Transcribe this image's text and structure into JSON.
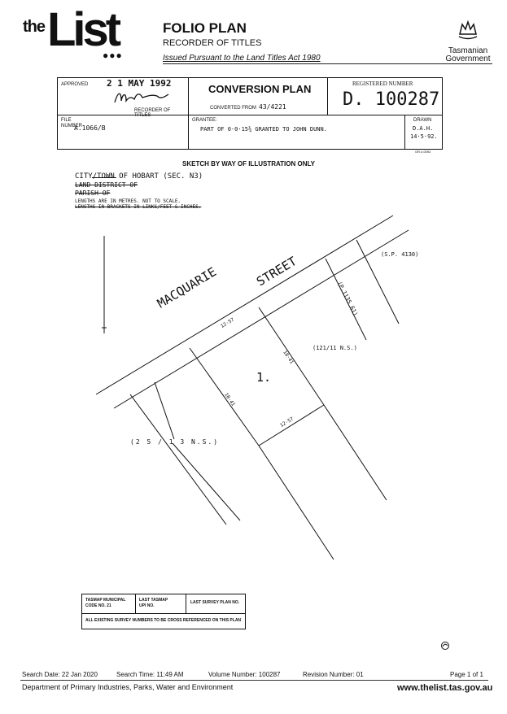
{
  "header": {
    "logo_small": "the",
    "logo_big": "List",
    "logo_dots": "●●●",
    "title": "FOLIO PLAN",
    "subtitle": "RECORDER OF TITLES",
    "issued": "Issued Pursuant to the Land Titles Act 1980",
    "gov_line1": "Tasmanian",
    "gov_line2": "Government"
  },
  "plan_box": {
    "approved_label": "APPROVED",
    "approved_date": "2 1 MAY 1992",
    "recorder_label": "RECORDER OF TITLES",
    "plan_type": "CONVERSION PLAN",
    "converted_label": "CONVERTED FROM",
    "converted_value": "43/4221",
    "registered_label": "REGISTERED NUMBER",
    "registered_number": "D. 100287",
    "file_label_1": "FILE",
    "file_label_2": "NUMBER",
    "file_number": "A.1066/B",
    "grantee_label": "GRANTEE:",
    "grantee_value": "PART OF 0·0·15¾ GRANTED TO JOHN DUNN.",
    "drawn_label": "DRAWN",
    "drawn_by": "D.A.H.",
    "drawn_date": "14·5·92.",
    "ref_code": "GR.4.0092"
  },
  "sketch": {
    "heading": "SKETCH BY WAY OF ILLUSTRATION ONLY",
    "city_line": "CITY/TOWN OF HOBART (SEC. N3)",
    "land_district": "LAND DISTRICT OF",
    "parish": "PARISH OF",
    "lengths_note": "LENGTHS ARE IN METRES. NOT TO SCALE.",
    "lengths_struck": "LENGTHS IN BRACKETS IN LINKS/FEET & INCHES.",
    "street": "MACQUARIE STREET",
    "street_word1": "MACQUARIE",
    "street_word2": "STREET",
    "sp_ref": "(S.P. 4130)",
    "p_ref": "(P.1135 61)",
    "ns_ref_right": "(121/11 N.S.)",
    "ns_ref_left": "(2 5 / 1 3 N.S.)",
    "lot": "1.",
    "dim_top": "12·57",
    "dim_right": "18·41",
    "dim_left": "18·41",
    "dim_bottom": "12·57"
  },
  "bottom_table": {
    "municipal_label_1": "TASMAP MUNICIPAL",
    "municipal_label_2": "CODE NO. 21",
    "upi_label_1": "LAST TASMAP",
    "upi_label_2": "UPI NO.",
    "survey_label": "LAST SURVEY PLAN NO.",
    "cross_ref": "ALL EXISTING SURVEY NUMBERS TO BE CROSS REFERENCED ON THIS PLAN"
  },
  "footer": {
    "search_date": "Search Date: 22 Jan 2020",
    "search_time": "Search Time: 11:49 AM",
    "volume": "Volume Number: 100287",
    "revision": "Revision Number: 01",
    "page": "Page 1 of 1",
    "department": "Department of Primary Industries, Parks, Water and Environment",
    "website": "www.thelist.tas.gov.au"
  }
}
